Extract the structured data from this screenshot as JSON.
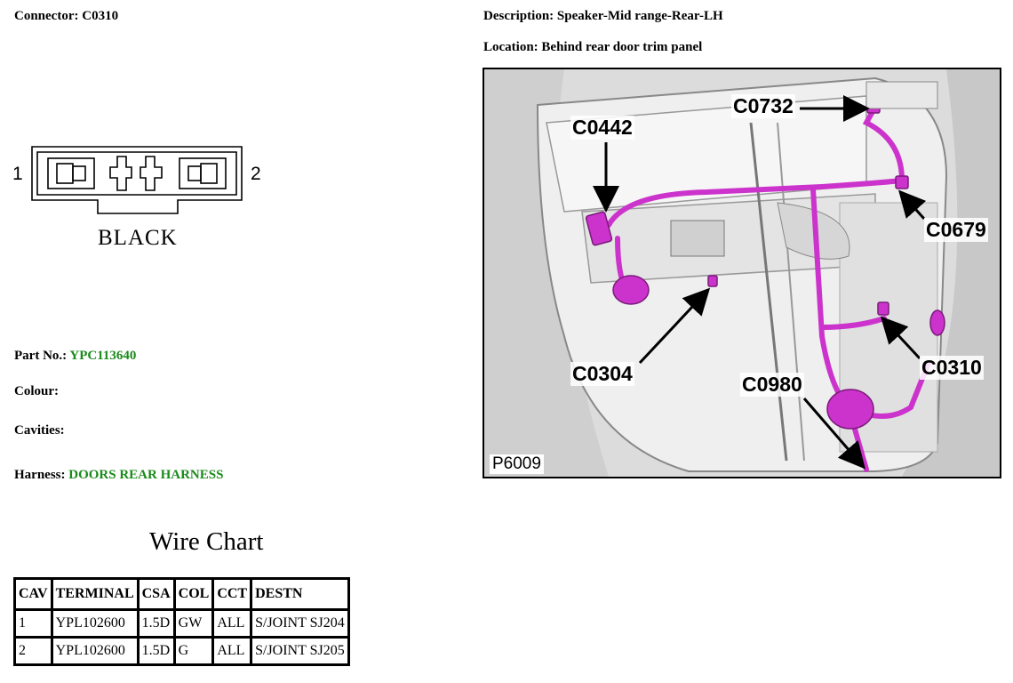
{
  "connector": {
    "label": "Connector:",
    "id": "C0310"
  },
  "description": {
    "label": "Description:",
    "value": "Speaker-Mid range-Rear-LH"
  },
  "location": {
    "label": "Location:",
    "value": "Behind rear door trim panel"
  },
  "diagram": {
    "pin_left": "1",
    "pin_right": "2",
    "colour_text": "BLACK"
  },
  "part_no": {
    "label": "Part No.:",
    "value": "YPC113640"
  },
  "colour": {
    "label": "Colour:",
    "value": ""
  },
  "cavities": {
    "label": "Cavities:",
    "value": ""
  },
  "harness": {
    "label": "Harness:",
    "value": "DOORS REAR HARNESS"
  },
  "wire_chart": {
    "title": "Wire Chart",
    "headers": [
      "CAV",
      "TERMINAL",
      "CSA",
      "COL",
      "CCT",
      "DESTN"
    ],
    "rows": [
      [
        "1",
        "YPL102600",
        "1.5D",
        "GW",
        "ALL",
        "S/JOINT SJ204"
      ],
      [
        "2",
        "YPL102600",
        "1.5D",
        "G",
        "ALL",
        "S/JOINT SJ205"
      ]
    ]
  },
  "image": {
    "callouts": [
      "C0732",
      "C0442",
      "C0679",
      "C0304",
      "C0310",
      "C0980"
    ],
    "figure_id": "P6009"
  },
  "colors": {
    "accent_green": "#1a8a1a",
    "harness_magenta": "#cc33cc"
  }
}
